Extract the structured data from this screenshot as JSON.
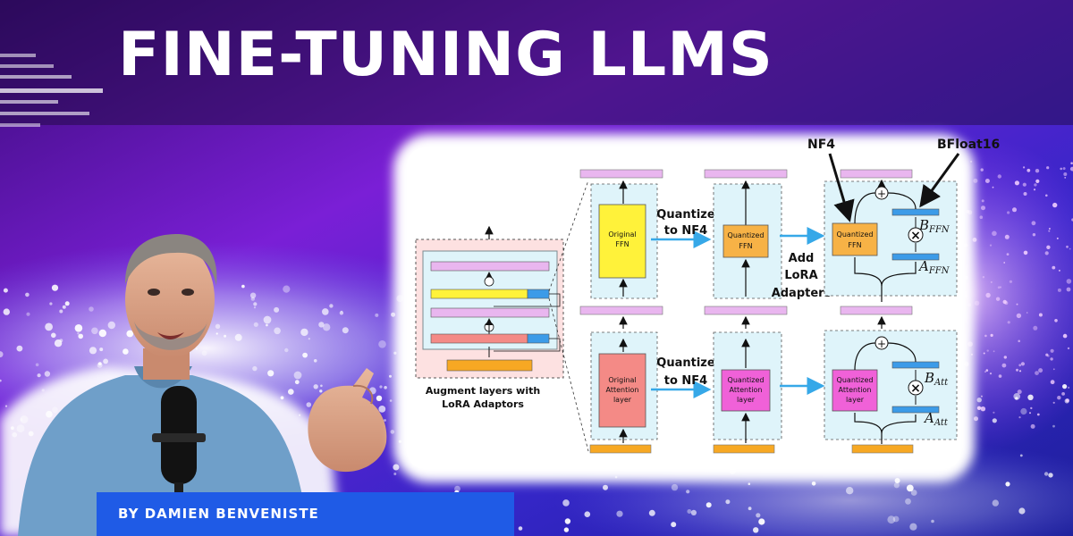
{
  "title": "FINE-TUNING LLMS",
  "byline": "BY DAMIEN BENVENISTE",
  "diagram": {
    "augment_caption_1": "Augment layers with",
    "augment_caption_2": "LoRA Adaptors",
    "original_ffn_1": "Original",
    "original_ffn_2": "FFN",
    "original_att_1": "Original",
    "original_att_2": "Attention",
    "original_att_3": "layer",
    "quantize_1": "Quantize",
    "quantize_2": "to NF4",
    "quantized_ffn_1": "Quantized",
    "quantized_ffn_2": "FFN",
    "quantized_att_1": "Quantized",
    "quantized_att_2": "Attention",
    "quantized_att_3": "layer",
    "add_lora_1": "Add",
    "add_lora_2": "LoRA",
    "add_lora_3": "Adapters",
    "nf4_label": "NF4",
    "bfloat_label": "BFloat16",
    "b_ffn_letter": "B",
    "b_ffn_sub": "FFN",
    "a_ffn_letter": "A",
    "a_ffn_sub": "FFN",
    "b_att_letter": "B",
    "b_att_sub": "Att",
    "a_att_letter": "A",
    "a_att_sub": "Att",
    "plus_symbol": "+",
    "times_symbol": "×"
  },
  "colors": {
    "bg_dark": "#2a0a55",
    "bg_purple": "#7a1fd6",
    "bg_blue": "#2e3fe0",
    "ffn_yellow": "#fff23a",
    "quant_orange": "#f7b246",
    "att_red": "#f48a86",
    "quant_pink": "#f061d8",
    "adapter_blue": "#3c9be8",
    "norm_purple": "#e9b6ef",
    "light_blue": "#dff4fa",
    "arrow_blue": "#36a8e8",
    "byline_blue": "#1f5be6"
  },
  "icons": [
    "speaker-portrait-illustration",
    "microphone-icon",
    "pointing-hand-icon"
  ]
}
